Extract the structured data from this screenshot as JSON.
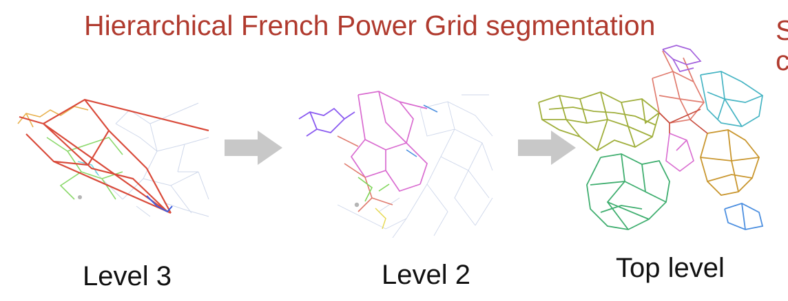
{
  "title": "Hierarchical French Power Grid segmentation",
  "title_fragment_line1": "S",
  "title_fragment_line2": "c",
  "panels": [
    {
      "label": "Level 3"
    },
    {
      "label": "Level 2"
    },
    {
      "label": "Top level"
    }
  ],
  "colors": {
    "title": "#b03a2e",
    "arrow": "#c8c8c8",
    "faint_grid": "#c9d3e8",
    "region_olive": "#9fae3a",
    "region_green": "#3fae6f",
    "region_salmon": "#e07b6e",
    "region_teal": "#45b4c3",
    "region_violet": "#a25fdc",
    "region_gold": "#c9962e",
    "region_blue": "#4c8fe0",
    "region_pink": "#d96bd0"
  }
}
